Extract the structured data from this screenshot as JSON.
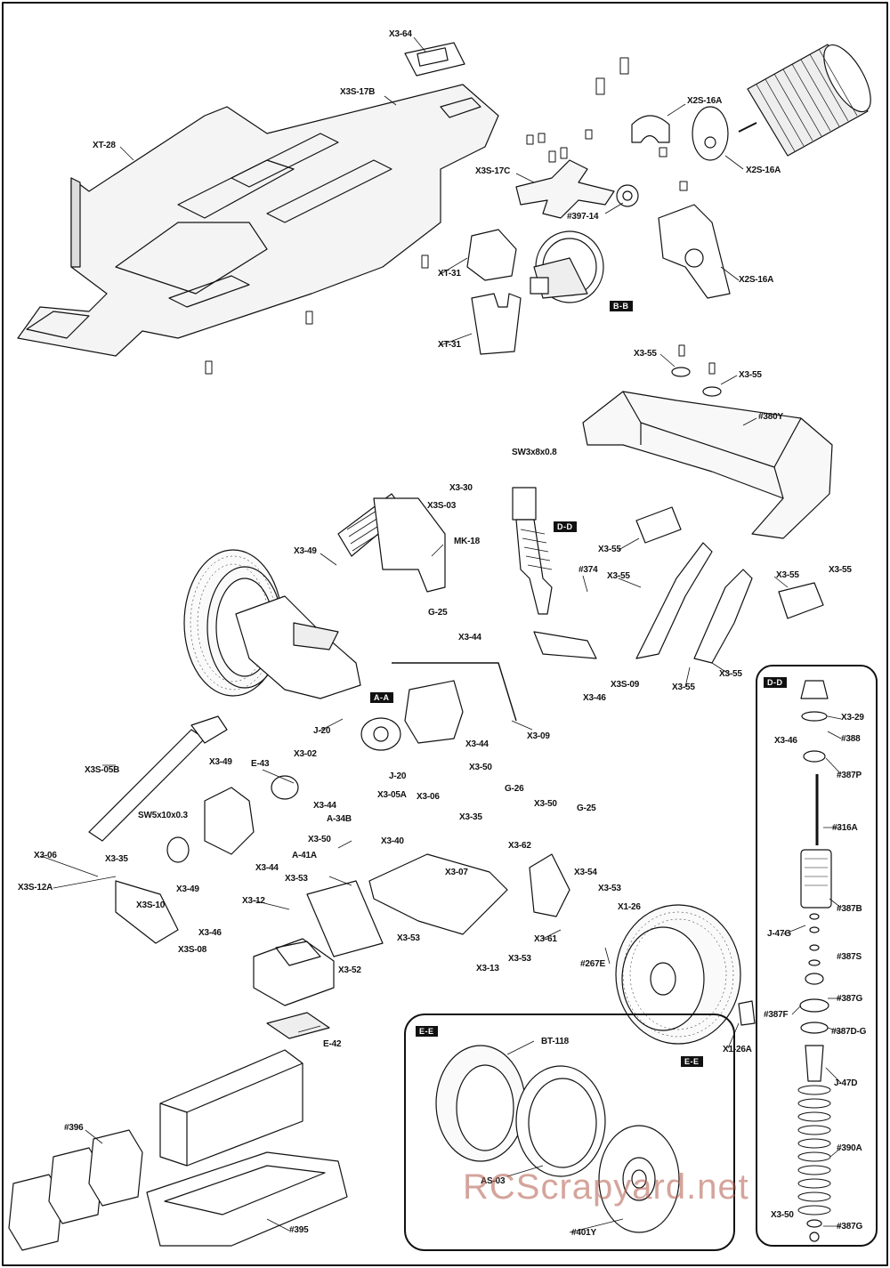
{
  "callouts": [
    {
      "id": "c1",
      "text": "X3-64"
    },
    {
      "id": "c2",
      "text": "X3S-17B"
    },
    {
      "id": "c3",
      "text": "XT-28"
    },
    {
      "id": "c4",
      "text": "X2S-16A"
    },
    {
      "id": "c5",
      "text": "X2S-16A"
    },
    {
      "id": "c6",
      "text": "X3S-17C"
    },
    {
      "id": "c7",
      "text": "#397-14"
    },
    {
      "id": "c8",
      "text": "XT-31"
    },
    {
      "id": "c9",
      "text": "XT-31"
    },
    {
      "id": "c10",
      "text": "X2S-16A"
    },
    {
      "id": "c11",
      "text": "X3-55"
    },
    {
      "id": "c12",
      "text": "X3-55"
    },
    {
      "id": "c13",
      "text": "#380Y"
    },
    {
      "id": "c14",
      "text": "SW3x8x0.8"
    },
    {
      "id": "c15",
      "text": "X3-30"
    },
    {
      "id": "c16",
      "text": "X3S-03"
    },
    {
      "id": "c17",
      "text": "MK-18"
    },
    {
      "id": "c18",
      "text": "X3-49"
    },
    {
      "id": "c19",
      "text": "G-25"
    },
    {
      "id": "c20",
      "text": "X3-55"
    },
    {
      "id": "c21",
      "text": "#374"
    },
    {
      "id": "c22",
      "text": "X3-55"
    },
    {
      "id": "c23",
      "text": "X3-55"
    },
    {
      "id": "c24",
      "text": "X3-55"
    },
    {
      "id": "c25",
      "text": "X3-44"
    },
    {
      "id": "c26",
      "text": "X3S-09"
    },
    {
      "id": "c27",
      "text": "X3-46"
    },
    {
      "id": "c28",
      "text": "X3-55"
    },
    {
      "id": "c29",
      "text": "X3-55"
    },
    {
      "id": "c30",
      "text": "J-20"
    },
    {
      "id": "c31",
      "text": "X3-09"
    },
    {
      "id": "c32",
      "text": "X3-44"
    },
    {
      "id": "c33",
      "text": "X3-49"
    },
    {
      "id": "c34",
      "text": "E-43"
    },
    {
      "id": "c35",
      "text": "X3-02"
    },
    {
      "id": "c36",
      "text": "J-20"
    },
    {
      "id": "c37",
      "text": "X3-50"
    },
    {
      "id": "c38",
      "text": "X3S-05B"
    },
    {
      "id": "c39",
      "text": "X3-44"
    },
    {
      "id": "c40",
      "text": "X3-05A"
    },
    {
      "id": "c41",
      "text": "X3-06"
    },
    {
      "id": "c42",
      "text": "G-26"
    },
    {
      "id": "c43",
      "text": "X3-50"
    },
    {
      "id": "c44",
      "text": "G-25"
    },
    {
      "id": "c45",
      "text": "SW5x10x0.3"
    },
    {
      "id": "c46",
      "text": "A-34B"
    },
    {
      "id": "c47",
      "text": "X3-35"
    },
    {
      "id": "c48",
      "text": "X3-50"
    },
    {
      "id": "c49",
      "text": "X3-40"
    },
    {
      "id": "c50",
      "text": "X3-62"
    },
    {
      "id": "c51",
      "text": "X3-06"
    },
    {
      "id": "c52",
      "text": "X3-35"
    },
    {
      "id": "c53",
      "text": "A-41A"
    },
    {
      "id": "c54",
      "text": "X3-44"
    },
    {
      "id": "c55",
      "text": "X3-07"
    },
    {
      "id": "c56",
      "text": "X3-54"
    },
    {
      "id": "c57",
      "text": "X3S-12A"
    },
    {
      "id": "c58",
      "text": "X3-49"
    },
    {
      "id": "c59",
      "text": "X3-53"
    },
    {
      "id": "c60",
      "text": "X3-53"
    },
    {
      "id": "c61",
      "text": "X3S-10"
    },
    {
      "id": "c62",
      "text": "X3-12"
    },
    {
      "id": "c63",
      "text": "X1-26"
    },
    {
      "id": "c64",
      "text": "X3-46"
    },
    {
      "id": "c65",
      "text": "X3-53"
    },
    {
      "id": "c66",
      "text": "X3-61"
    },
    {
      "id": "c67",
      "text": "X3S-08"
    },
    {
      "id": "c68",
      "text": "X3-52"
    },
    {
      "id": "c69",
      "text": "X3-13"
    },
    {
      "id": "c70",
      "text": "X3-53"
    },
    {
      "id": "c71",
      "text": "#267E"
    },
    {
      "id": "c72",
      "text": "E-42"
    },
    {
      "id": "c73",
      "text": "BT-118"
    },
    {
      "id": "c74",
      "text": "X1-26A"
    },
    {
      "id": "c75",
      "text": "#396"
    },
    {
      "id": "c76",
      "text": "AS-03"
    },
    {
      "id": "c77",
      "text": "#395"
    },
    {
      "id": "c78",
      "text": "#401Y"
    },
    {
      "id": "d1",
      "text": "X3-29"
    },
    {
      "id": "d2",
      "text": "X3-46"
    },
    {
      "id": "d3",
      "text": "#388"
    },
    {
      "id": "d4",
      "text": "#387P"
    },
    {
      "id": "d5",
      "text": "#316A"
    },
    {
      "id": "d6",
      "text": "#387B"
    },
    {
      "id": "d7",
      "text": "J-47G"
    },
    {
      "id": "d8",
      "text": "#387S"
    },
    {
      "id": "d9",
      "text": "#387G"
    },
    {
      "id": "d10",
      "text": "#387F"
    },
    {
      "id": "d11",
      "text": "#387D-G"
    },
    {
      "id": "d12",
      "text": "J-47D"
    },
    {
      "id": "d13",
      "text": "#390A"
    },
    {
      "id": "d14",
      "text": "X3-50"
    },
    {
      "id": "d15",
      "text": "#387G"
    }
  ],
  "detail_tags": [
    {
      "id": "t1",
      "text": "B-B"
    },
    {
      "id": "t2",
      "text": "D-D"
    },
    {
      "id": "t3",
      "text": "A-A"
    },
    {
      "id": "t4",
      "text": "D-D"
    },
    {
      "id": "t5",
      "text": "E-E"
    },
    {
      "id": "t6",
      "text": "E-E"
    }
  ],
  "watermark": "RCScrapyard.net"
}
